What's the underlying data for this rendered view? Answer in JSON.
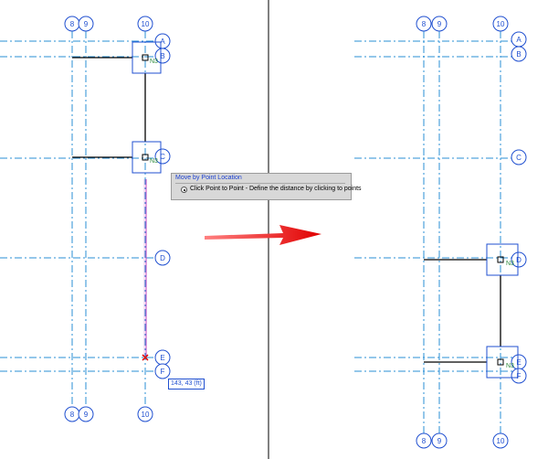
{
  "colors": {
    "grid_line": "#2a8fd6",
    "bubble": "#1f4fd0",
    "beam": "#000000",
    "tag": "#2a8a3a",
    "preview_line": "#c040c0",
    "snap_marker": "#e00000",
    "arrow": "#e00000",
    "divider": "#808080"
  },
  "grid_labels": {
    "col_8": "8",
    "col_9": "9",
    "col_10": "10",
    "row_A": "A",
    "row_B": "B",
    "row_C": "C",
    "row_D": "D",
    "row_E": "E",
    "row_F": "F"
  },
  "tags": {
    "column_tag": "N3"
  },
  "popup": {
    "title": "Move by Point Location",
    "option": "Click Point to Point - Define the distance by clicking to points"
  },
  "readout": {
    "coordinates": "143, 43 (ft)"
  }
}
